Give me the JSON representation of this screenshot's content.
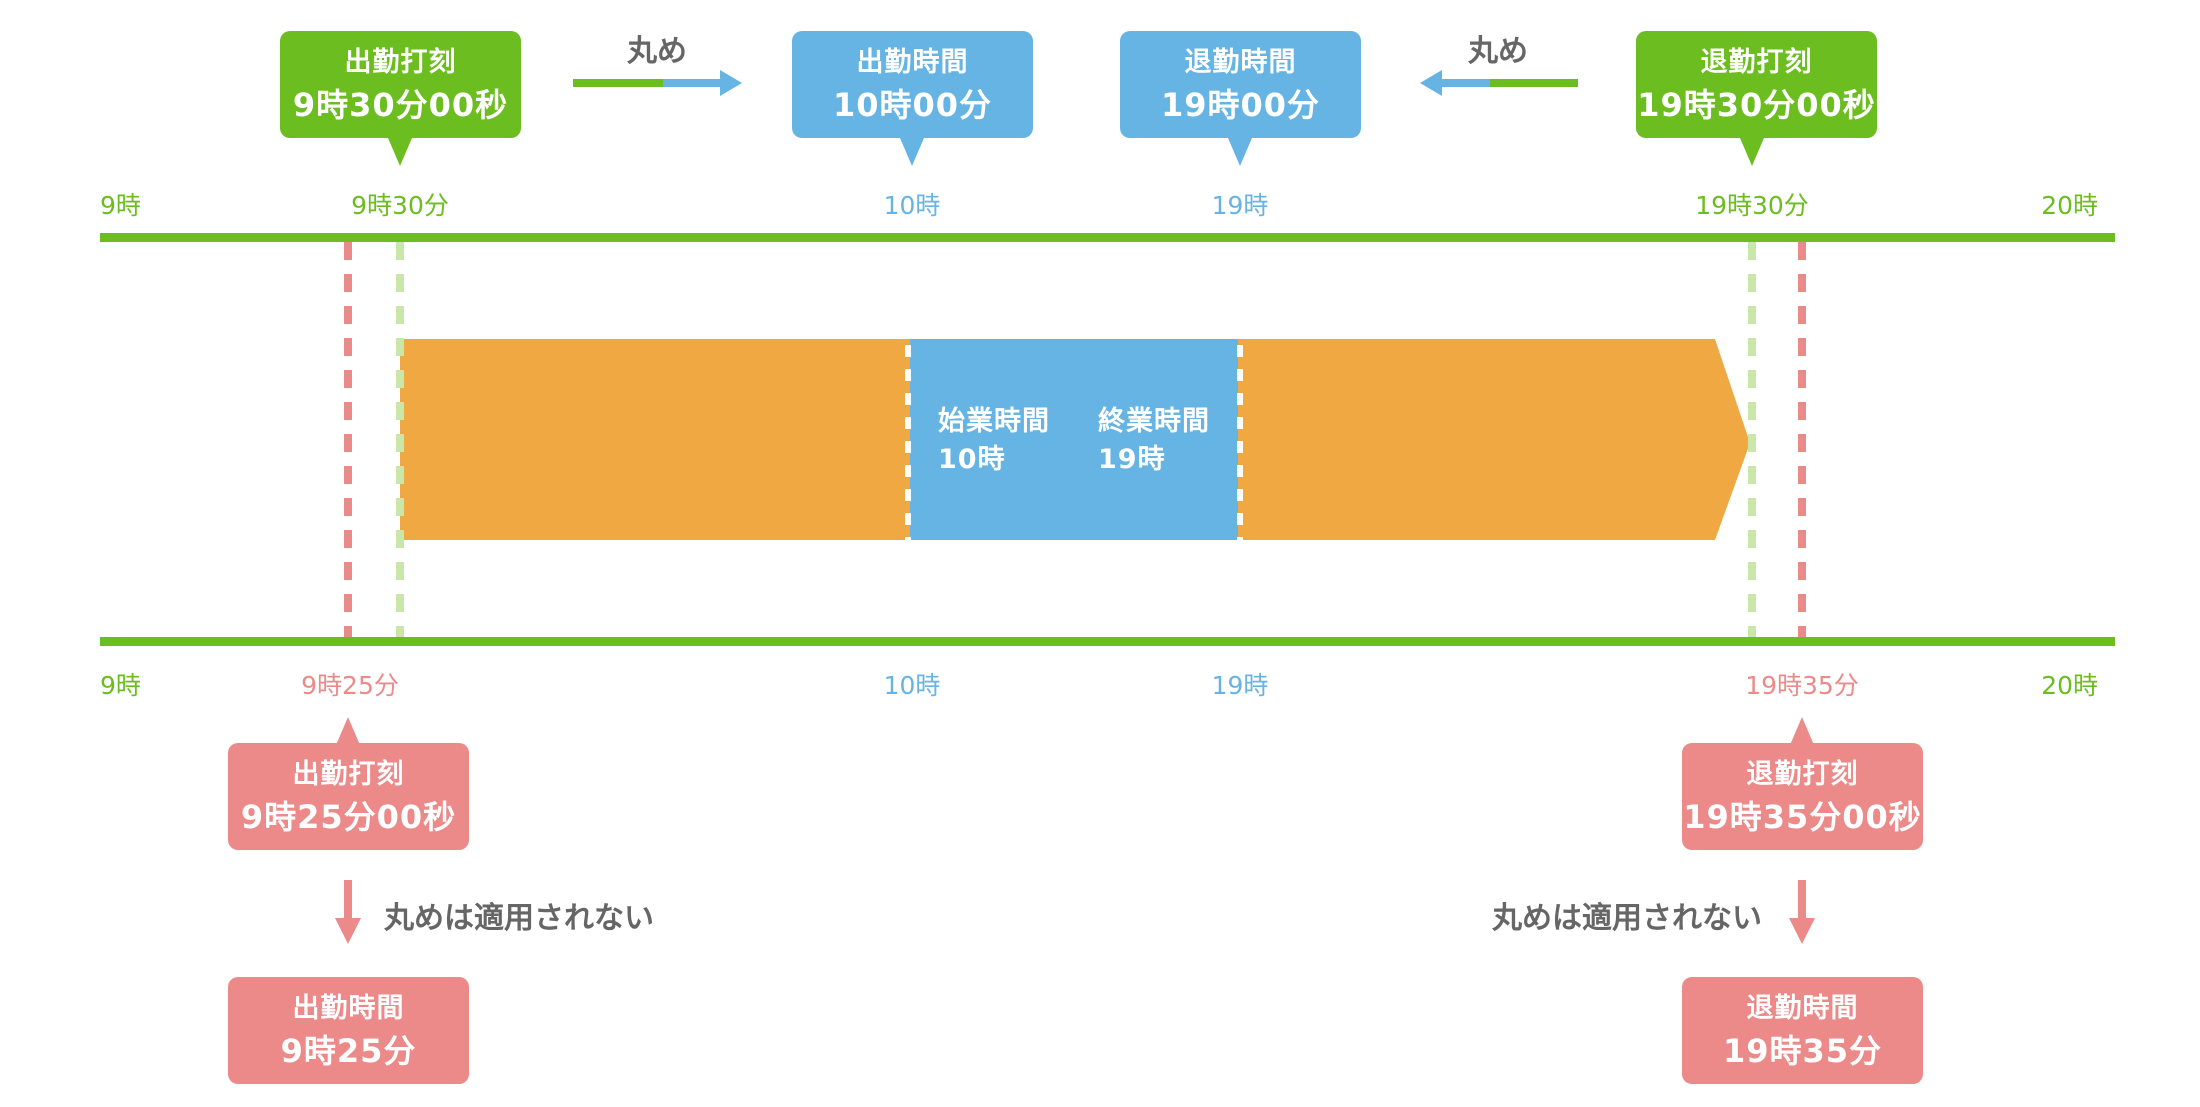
{
  "top_axis": {
    "ticks": [
      {
        "label": "9時",
        "color": "#6cbd1f"
      },
      {
        "label": "9時30分",
        "color": "#6cbd1f"
      },
      {
        "label": "10時",
        "color": "#66b4e3"
      },
      {
        "label": "19時",
        "color": "#66b4e3"
      },
      {
        "label": "19時30分",
        "color": "#6cbd1f"
      },
      {
        "label": "20時",
        "color": "#6cbd1f"
      }
    ]
  },
  "bottom_axis": {
    "ticks": [
      {
        "label": "9時",
        "color": "#6cbd1f"
      },
      {
        "label": "9時25分",
        "color": "#ec8a8a"
      },
      {
        "label": "10時",
        "color": "#66b4e3"
      },
      {
        "label": "19時",
        "color": "#66b4e3"
      },
      {
        "label": "19時35分",
        "color": "#ec8a8a"
      },
      {
        "label": "20時",
        "color": "#6cbd1f"
      }
    ]
  },
  "top_boxes": {
    "clock_in_stamp": {
      "title": "出勤打刻",
      "value": "9時30分00秒"
    },
    "clock_in_time": {
      "title": "出勤時間",
      "value": "10時00分"
    },
    "clock_out_time": {
      "title": "退勤時間",
      "value": "19時00分"
    },
    "clock_out_stamp": {
      "title": "退勤打刻",
      "value": "19時30分00秒"
    },
    "round_label_left": "丸め",
    "round_label_right": "丸め"
  },
  "work_bar": {
    "start_title": "始業時間",
    "start_value": "10時",
    "end_title": "終業時間",
    "end_value": "19時"
  },
  "bottom_boxes": {
    "left_stamp": {
      "title": "出勤打刻",
      "value": "9時25分00秒"
    },
    "left_note": "丸めは適用されない",
    "left_result": {
      "title": "出勤時間",
      "value": "9時25分"
    },
    "right_stamp": {
      "title": "退勤打刻",
      "value": "19時35分00秒"
    },
    "right_note": "丸めは適用されない",
    "right_result": {
      "title": "退勤時間",
      "value": "19時35分"
    }
  },
  "colors": {
    "green": "#6cbd1f",
    "light_green": "#c9e7a8",
    "blue": "#66b4e3",
    "orange": "#f0a842",
    "red": "#ec8a8a",
    "gray_text": "#666666"
  }
}
